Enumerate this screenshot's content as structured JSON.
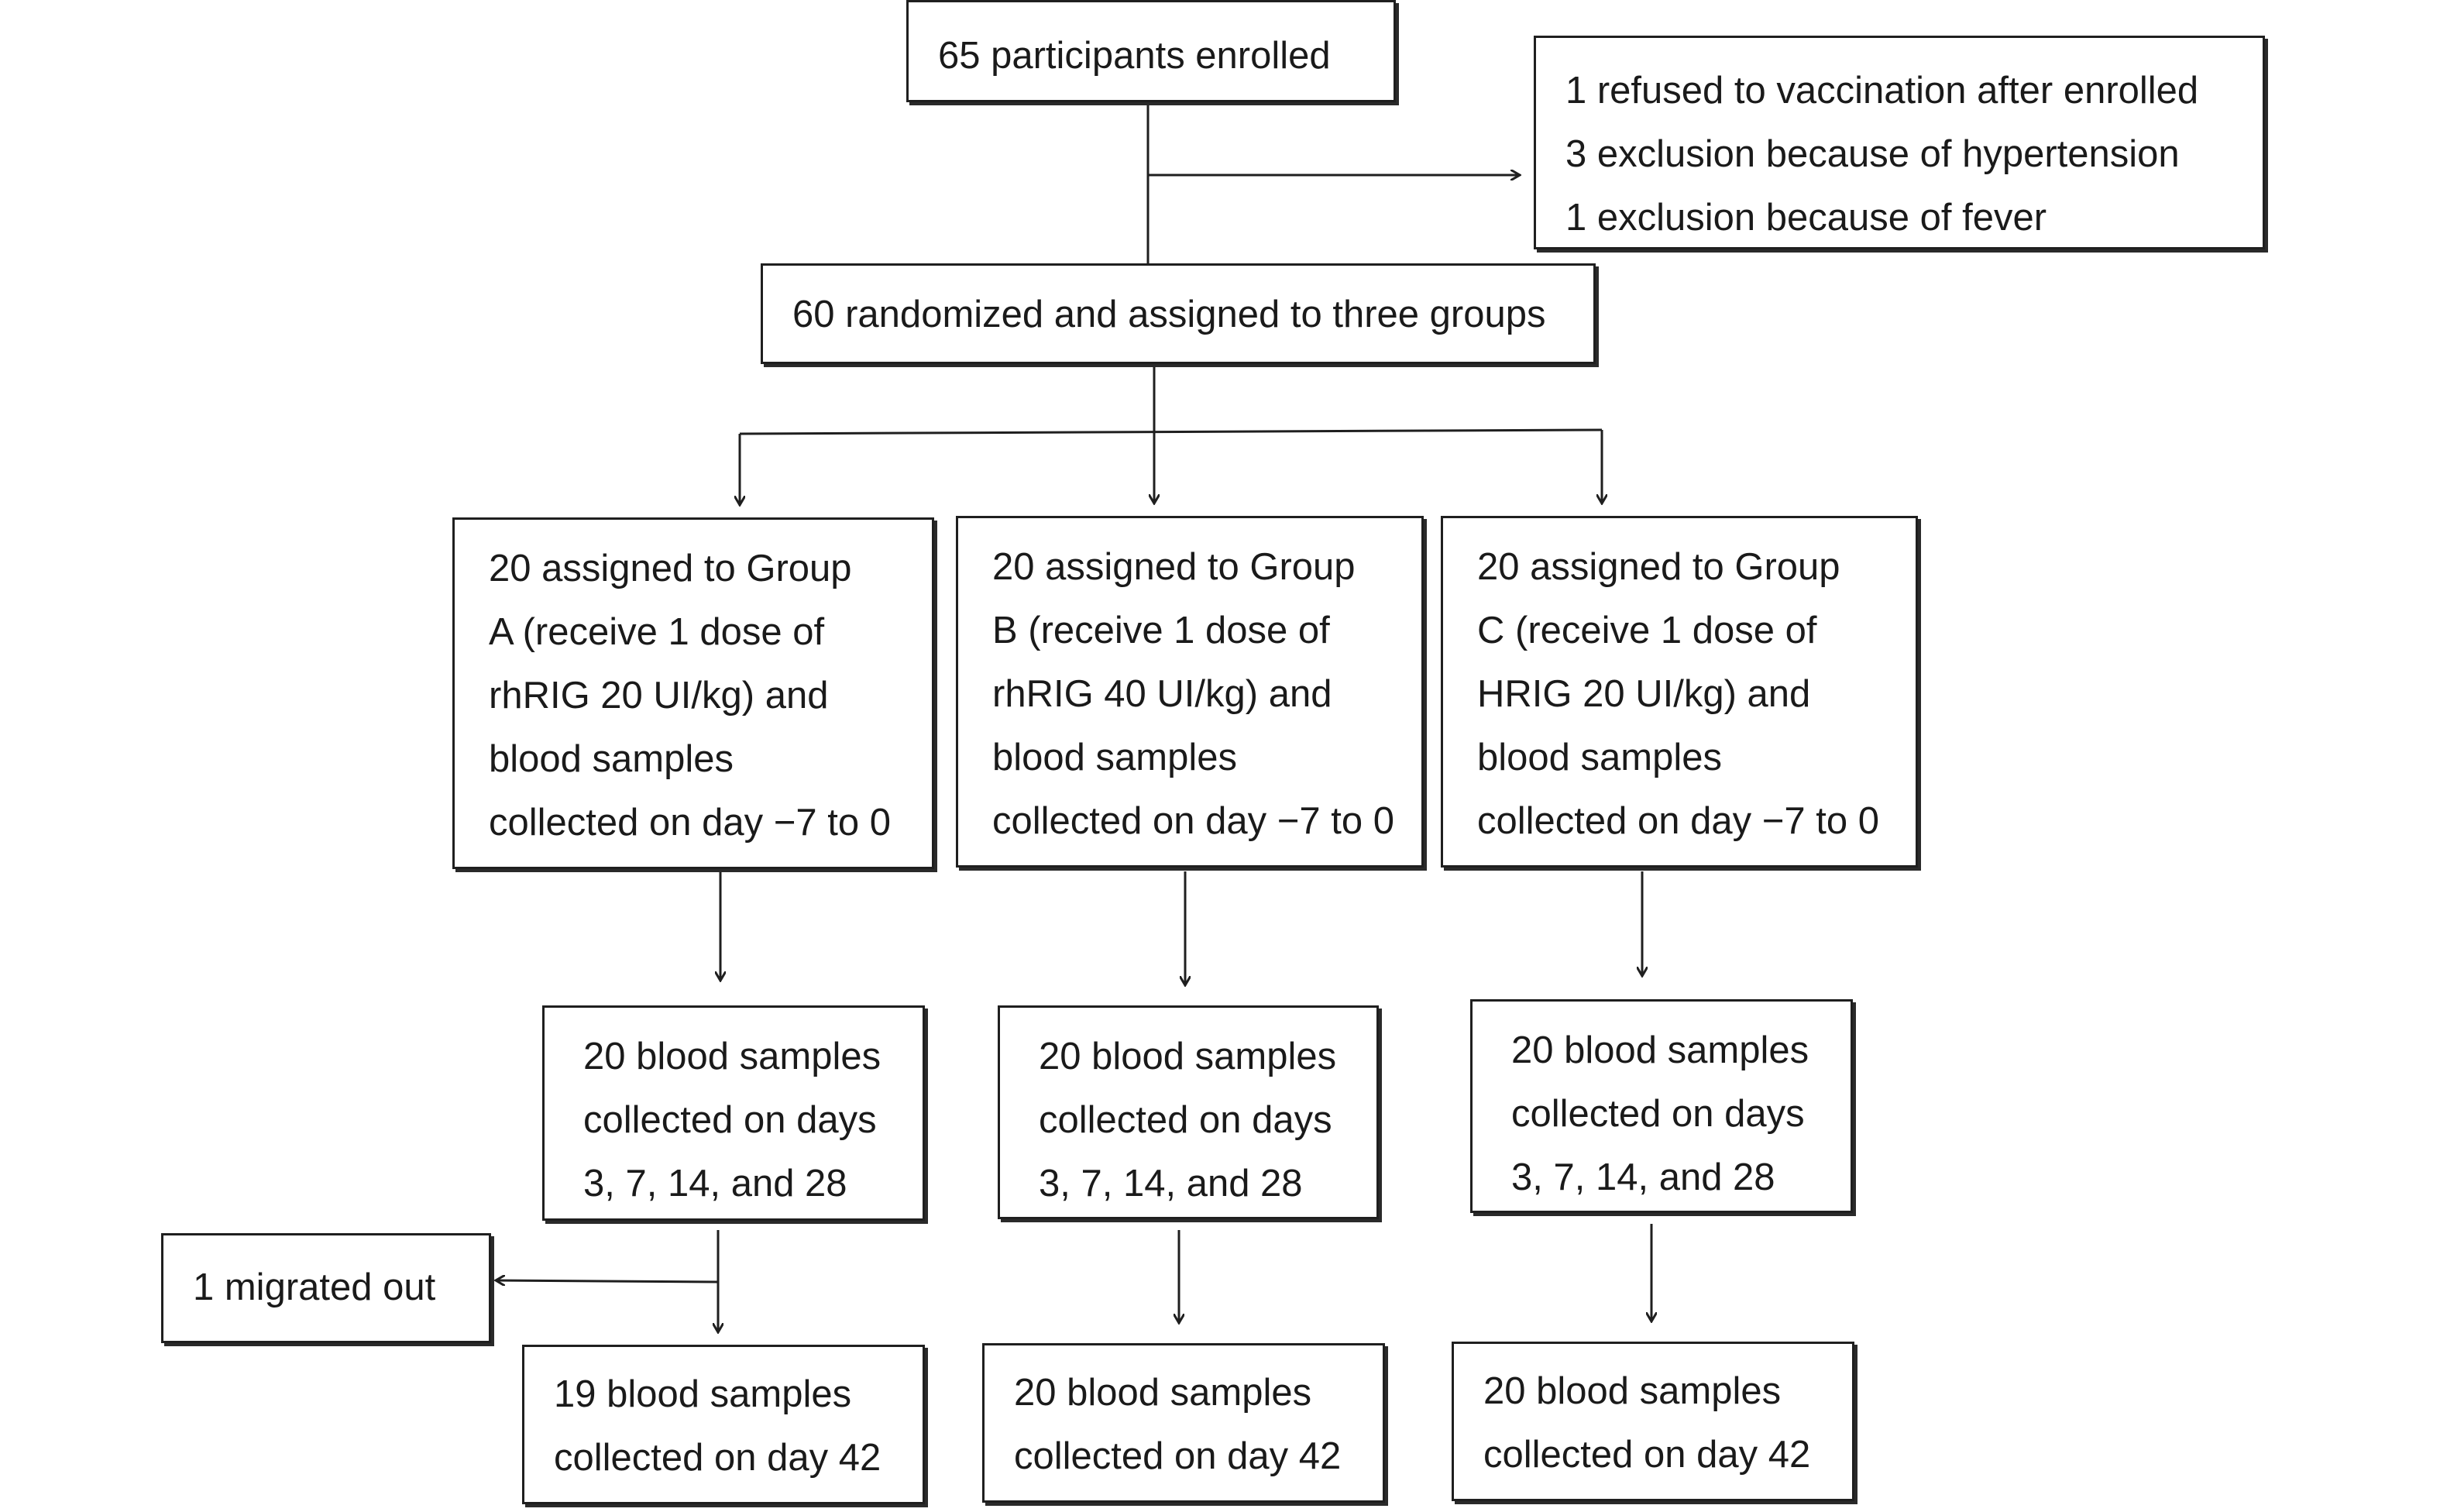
{
  "boxes": {
    "enrolled": [
      "65 participants enrolled"
    ],
    "excluded": [
      "1 refused to vaccination after enrolled",
      "3 exclusion because of hypertension",
      "1 exclusion because of fever"
    ],
    "randomized": [
      "60 randomized and assigned to three groups"
    ],
    "group_a": [
      "20 assigned to Group",
      "A (receive 1 dose of",
      "rhRIG 20 UI/kg) and",
      "blood samples",
      "collected on day −7 to 0"
    ],
    "group_b": [
      "20 assigned to Group",
      "B (receive 1 dose of",
      "rhRIG 40 UI/kg) and",
      "blood samples",
      "collected on day −7 to 0"
    ],
    "group_c": [
      "20 assigned to Group",
      "C (receive 1 dose of",
      "HRIG 20 UI/kg) and",
      "blood samples",
      "collected on day −7 to 0"
    ],
    "samples_a": [
      "20 blood samples",
      "collected on days",
      "3, 7, 14, and 28"
    ],
    "samples_b": [
      "20 blood samples",
      "collected on days",
      "3, 7, 14, and 28"
    ],
    "samples_c": [
      "20 blood samples",
      "collected on days",
      "3, 7, 14, and 28"
    ],
    "migrated": [
      "1 migrated out"
    ],
    "day42_a": [
      "19 blood samples",
      "collected on day 42"
    ],
    "day42_b": [
      "20 blood samples",
      "collected on day 42"
    ],
    "day42_c": [
      "20 blood samples",
      "collected on day 42"
    ]
  }
}
